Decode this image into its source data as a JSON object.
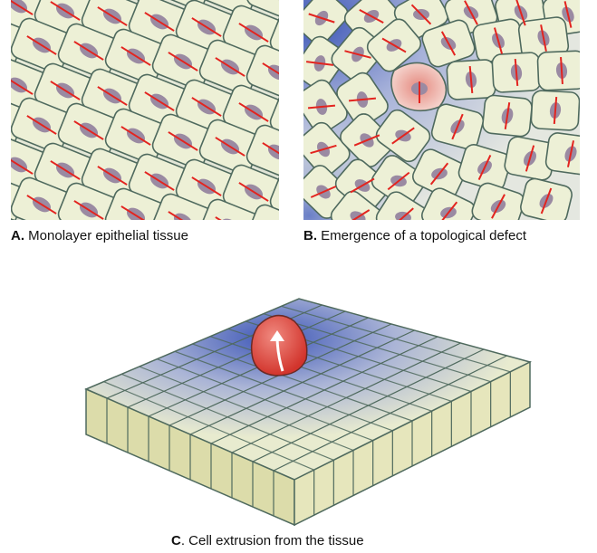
{
  "panels": [
    {
      "letter": "A.",
      "caption": "Monolayer epithelial tissue"
    },
    {
      "letter": "B.",
      "caption": "Emergence of a topological defect"
    },
    {
      "letter": "C",
      "caption": ". Cell extrusion from the tissue"
    }
  ],
  "colors": {
    "cell_fill": "#edf0d6",
    "cell_edge": "#4f6a5e",
    "nucleus": "#9a8aa2",
    "director": "#e3241f",
    "defect_glow": "#3e57b8",
    "extruded_cell": "#d2342c",
    "side_face": "#dcdcaa"
  },
  "icons": [
    "nematic-director-lines",
    "extrusion-arrow-icon"
  ]
}
